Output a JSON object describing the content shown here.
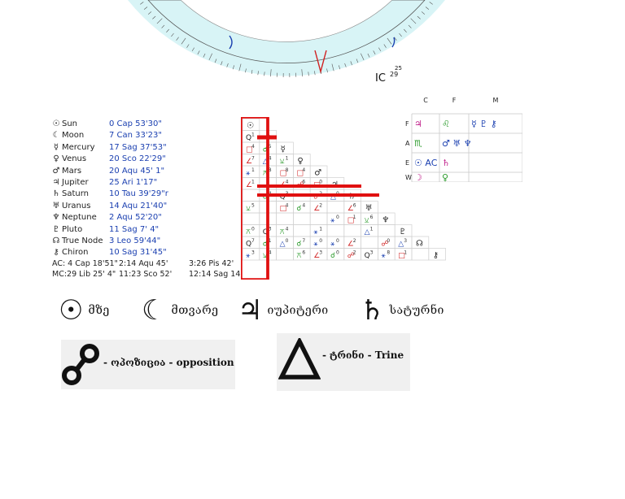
{
  "chart_wheel": {
    "ic_label": "IC",
    "ic_degree": "29",
    "ic_minutes": "25"
  },
  "planets": [
    {
      "glyph": "☉",
      "name": "Sun",
      "position": "0 Cap 53'30\""
    },
    {
      "glyph": "☾",
      "name": "Moon",
      "position": "7 Can 33'23\""
    },
    {
      "glyph": "☿",
      "name": "Mercury",
      "position": "17 Sag 37'53\""
    },
    {
      "glyph": "♀",
      "name": "Venus",
      "position": "20 Sco 22'29\""
    },
    {
      "glyph": "♂",
      "name": "Mars",
      "position": "20 Aqu 45'  1\""
    },
    {
      "glyph": "♃",
      "name": "Jupiter",
      "position": "25  Ari    1'17\""
    },
    {
      "glyph": "♄",
      "name": "Saturn",
      "position": "10 Tau 39'29\"r"
    },
    {
      "glyph": "♅",
      "name": "Uranus",
      "position": "14 Aqu 21'40\""
    },
    {
      "glyph": "♆",
      "name": "Neptune",
      "position": "2 Aqu 52'20\""
    },
    {
      "glyph": "♇",
      "name": "Pluto",
      "position": "11 Sag   7'  4\""
    },
    {
      "glyph": "☊",
      "name": "True Node",
      "position": "3 Leo 59'44\""
    },
    {
      "glyph": "⚷",
      "name": "Chiron",
      "position": "10 Sag 31'45\""
    }
  ],
  "angles_row1": [
    "AC:  4 Cap 18'51\"",
    "2:14 Aqu 45'",
    "3:26 Pis 42'"
  ],
  "angles_row2": [
    "MC:29  Lib  25'  4\"",
    "11:23 Sco 52'",
    "12:14 Sag 14'"
  ],
  "grid_glyphs": [
    "☉",
    "☽",
    "☿",
    "♀",
    "♂",
    "♃",
    "♄",
    "♅",
    "♆",
    "♇",
    "☊",
    "⚷"
  ],
  "element_table": {
    "columns": [
      "C",
      "F",
      "M"
    ],
    "rows": [
      {
        "label": "F",
        "cells": [
          "♃",
          "♌",
          "☿ ♇ ⚷"
        ]
      },
      {
        "label": "A",
        "cells": [
          "♏",
          "♂ ♅ ♆",
          ""
        ]
      },
      {
        "label": "E",
        "cells": [
          "☉ AC",
          "♄",
          ""
        ]
      },
      {
        "label": "W",
        "cells": [
          "☽",
          "♀",
          ""
        ]
      }
    ]
  },
  "legend": [
    {
      "symbol": "☉",
      "label": "მზე"
    },
    {
      "symbol": "☾",
      "label": "მთვარე"
    },
    {
      "symbol": "♃",
      "label": "იუპიტერი"
    },
    {
      "symbol": "♄",
      "label": "სატურნი"
    }
  ],
  "opposition_label": "- ოპოზიცია - opposition",
  "trine_label": "- ტრინი - Trine",
  "colors": {
    "wheel_fill": "#d8f4f6",
    "highlight_red": "#e01010",
    "grid_line": "#d0d0d0",
    "blue": "#1a3fb0",
    "green": "#2a9a2a",
    "magenta": "#c0208a"
  }
}
